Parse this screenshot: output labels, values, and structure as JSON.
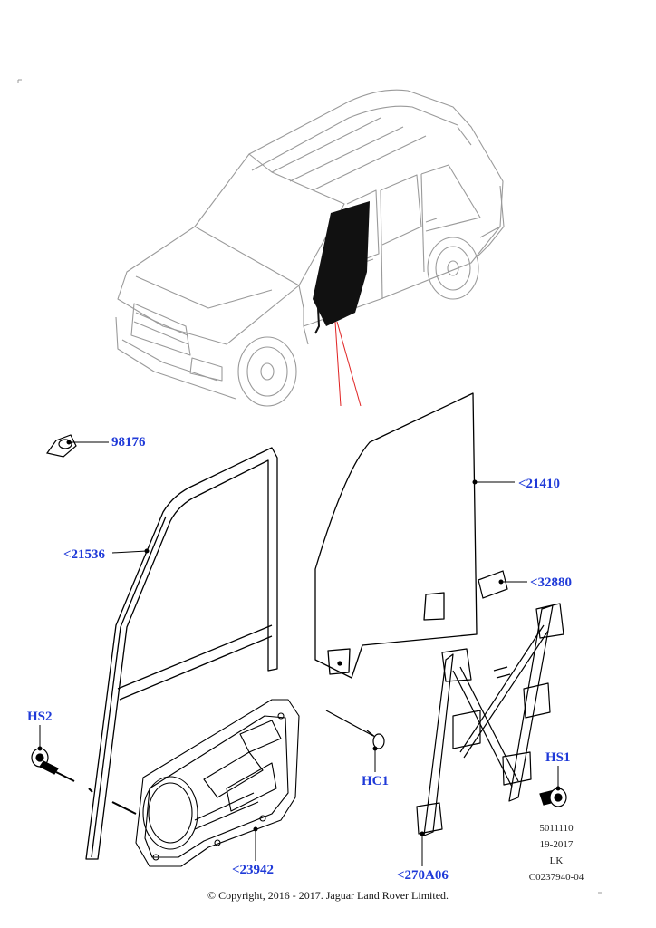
{
  "callouts": {
    "c98176": "98176",
    "c21410": "<21410",
    "c21536": "<21536",
    "c32880": "<32880",
    "hs2": "HS2",
    "hc1": "HC1",
    "hs1": "HS1",
    "c23942": "<23942",
    "c270a06": "<270A06"
  },
  "reference": {
    "line1": "5011110",
    "line2": "19-2017",
    "line3": "LK",
    "line4": "C0237940-04"
  },
  "footer": {
    "copyright": "© Copyright, 2016 - 2017. Jaguar Land Rover Limited."
  },
  "colors": {
    "callout": "#1f3ad8",
    "line": "#000000",
    "pointer": "#e02020",
    "car_outline": "#9a9a9a"
  }
}
